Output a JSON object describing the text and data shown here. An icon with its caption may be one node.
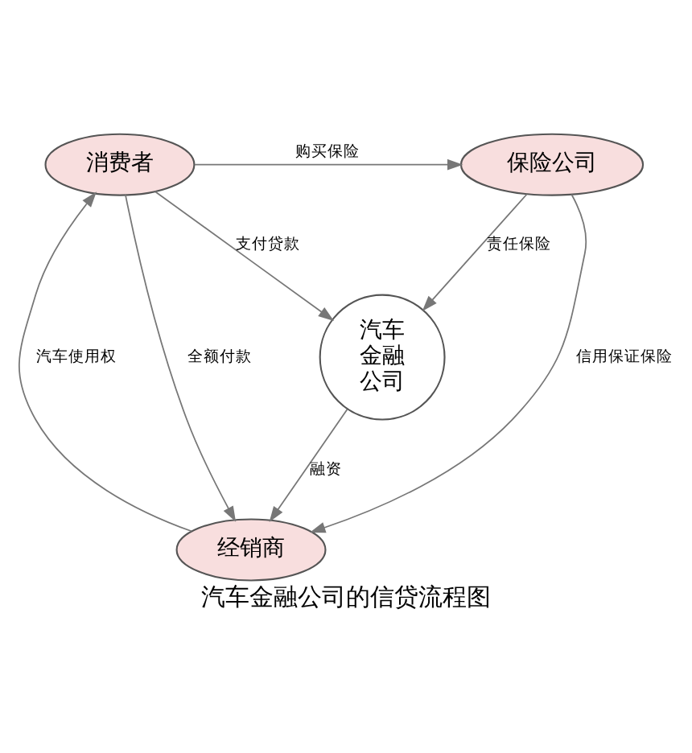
{
  "diagram": {
    "caption": "汽车金融公司的信贷流程图",
    "nodes": [
      {
        "text": [
          "消费者"
        ]
      },
      {
        "text": [
          "保险公司"
        ]
      },
      {
        "text": [
          "汽车金融公司"
        ]
      },
      {
        "text": [
          "经销商"
        ]
      }
    ],
    "edges": [
      {
        "from": 0,
        "to": 1,
        "arrow": "to",
        "label": "购买保险"
      },
      {
        "from": 0,
        "to": 2,
        "arrow": "to",
        "label": "支付贷款"
      },
      {
        "from": 0,
        "to": 3,
        "arrow": "to",
        "label": "全额付款"
      },
      {
        "from": 3,
        "to": 0,
        "arrow": "to",
        "label": "汽车使用权"
      },
      {
        "from": 1,
        "to": 2,
        "arrow": "to",
        "label": "责任保险"
      },
      {
        "from": 1,
        "to": 3,
        "arrow": "to",
        "label": "信用保证保险"
      },
      {
        "from": 2,
        "to": 3,
        "arrow": "to",
        "label": "融资"
      }
    ]
  }
}
